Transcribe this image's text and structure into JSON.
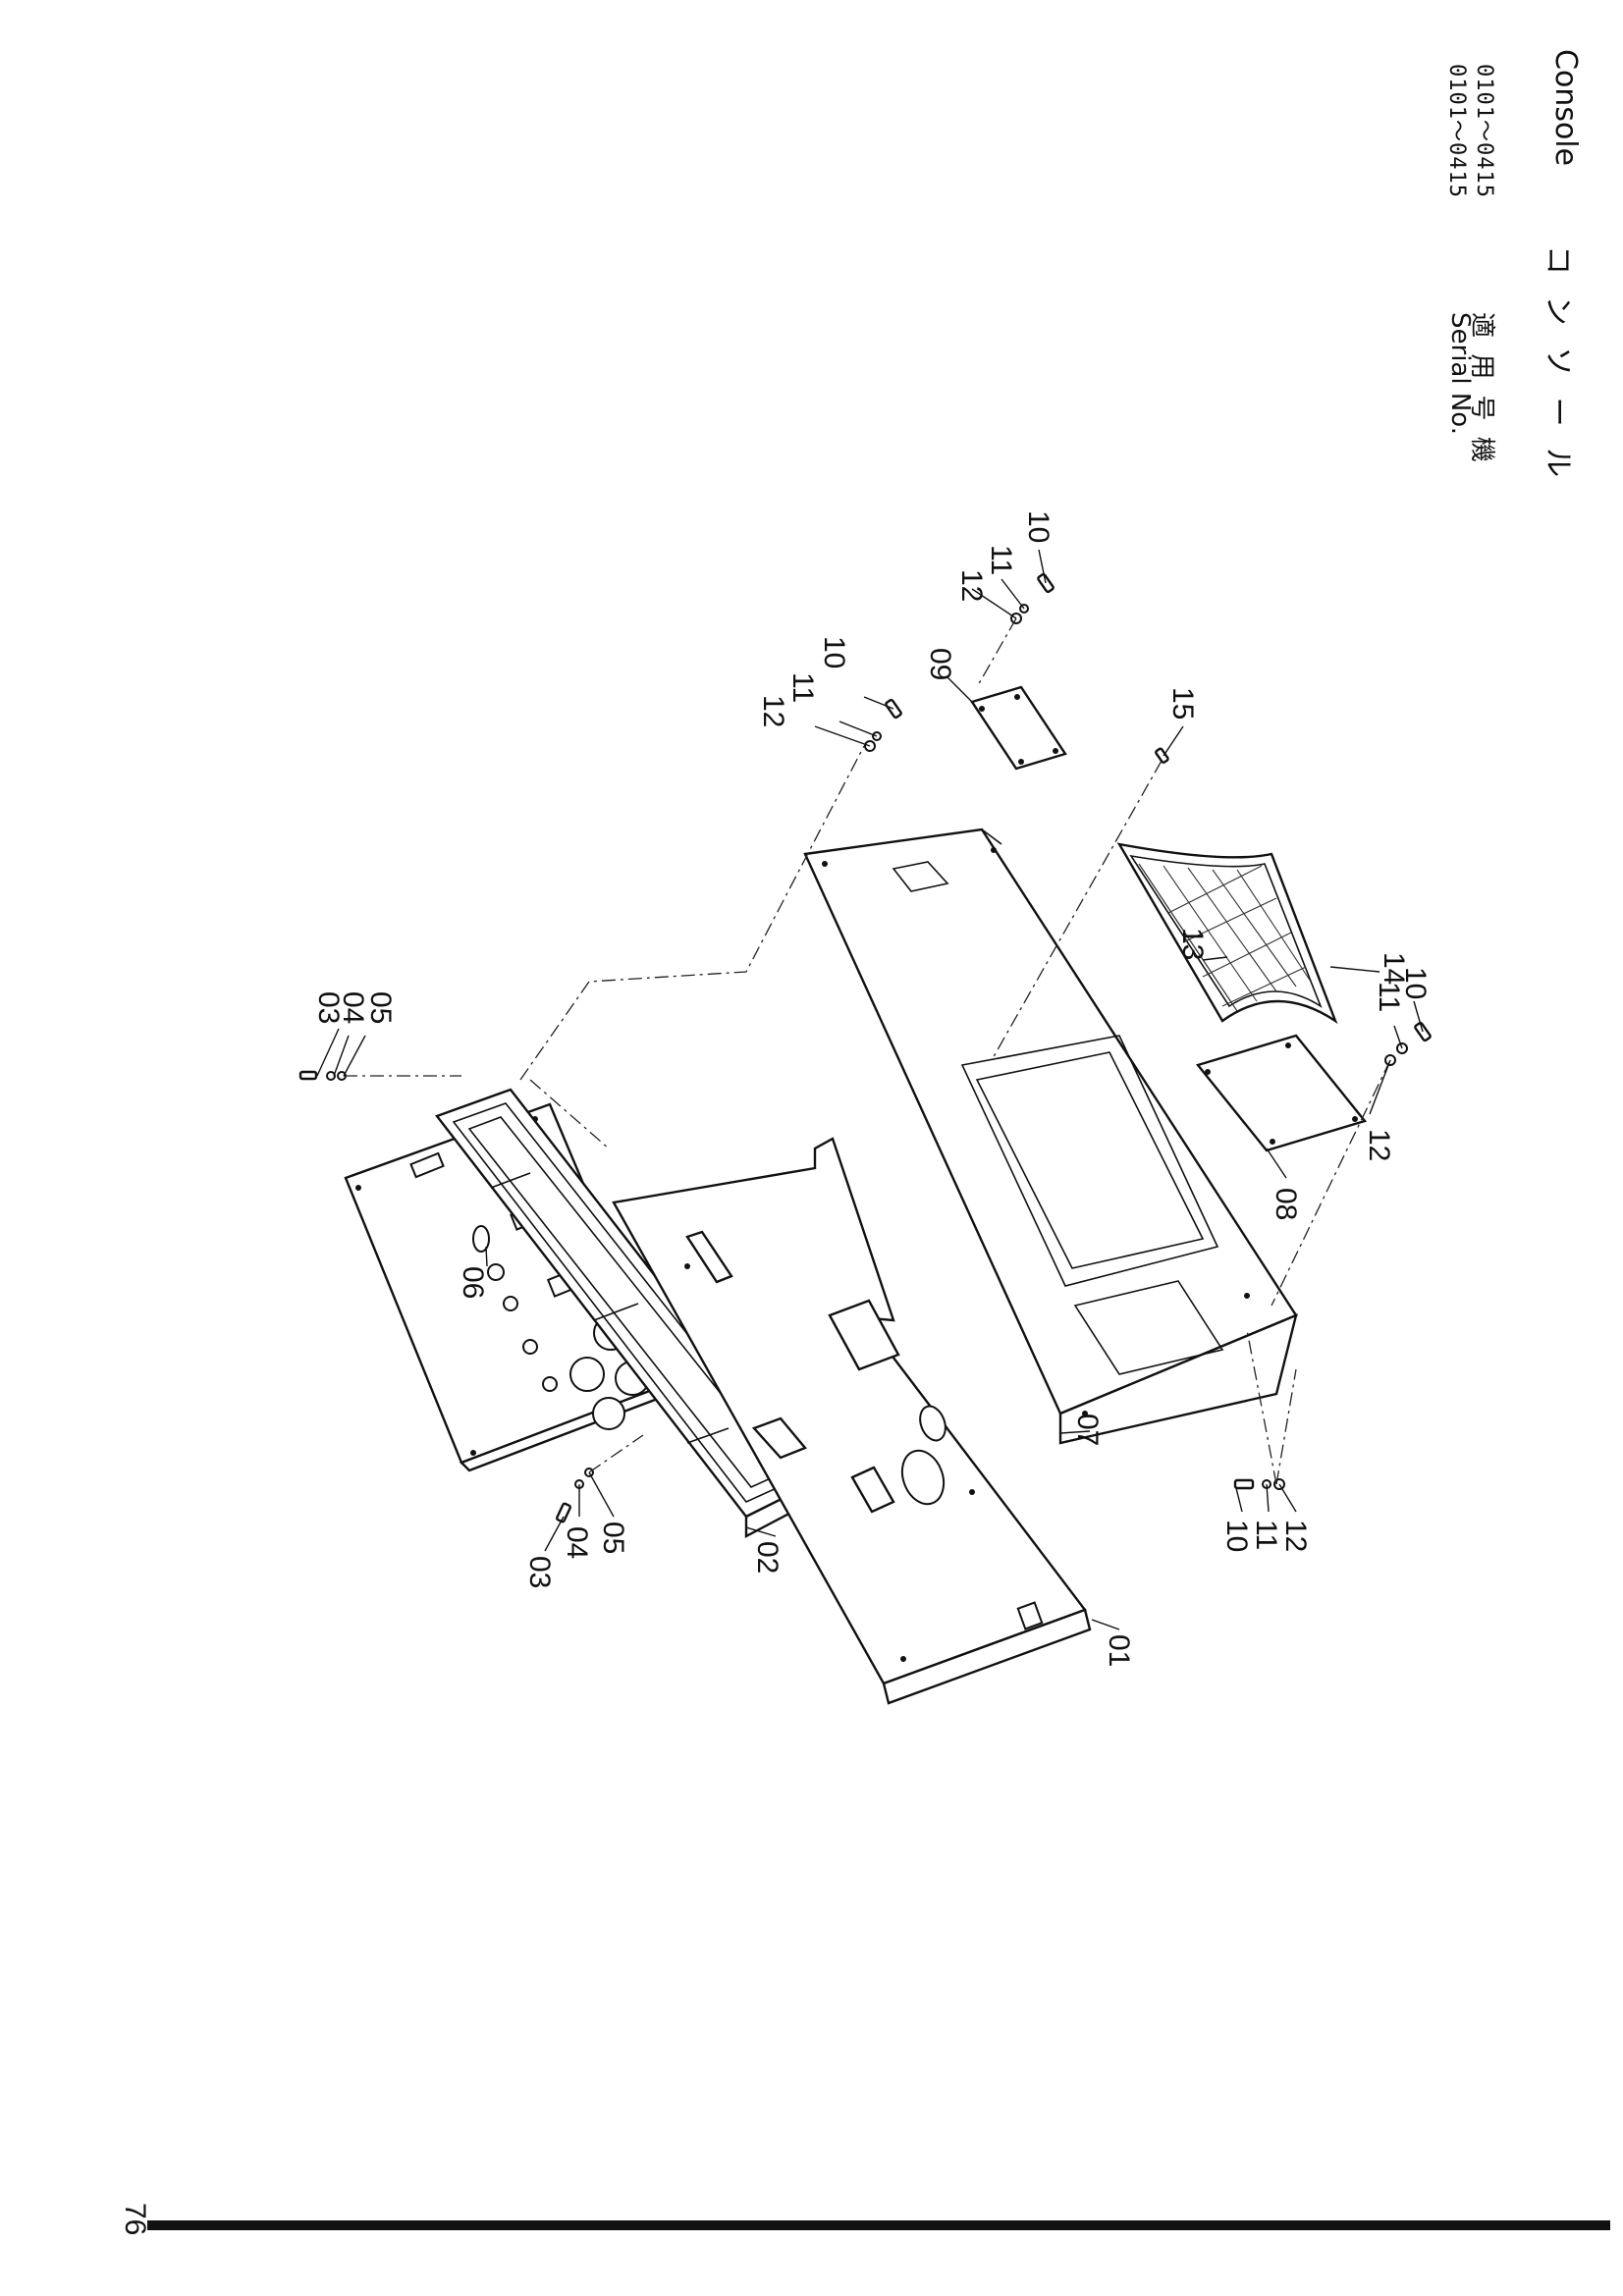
{
  "header": {
    "title_ja": "コ ン ソ ー ル",
    "title_en": "Console",
    "serial_label_ja": "適 用 号 機",
    "serial_label_en": "Serial No.",
    "serial_range_1": "0101～0415",
    "serial_range_2": "0101～0415"
  },
  "page": {
    "number": "76"
  },
  "parts": {
    "p01": "01",
    "p02": "02",
    "p03": "03",
    "p04": "04",
    "p05": "05",
    "p06": "06",
    "p07": "07",
    "p08": "08",
    "p09": "09",
    "p10": "10",
    "p11": "11",
    "p12": "12",
    "p13": "13",
    "p14": "14",
    "p15": "15"
  },
  "colors": {
    "ink": "#111111",
    "paper": "#ffffff"
  }
}
